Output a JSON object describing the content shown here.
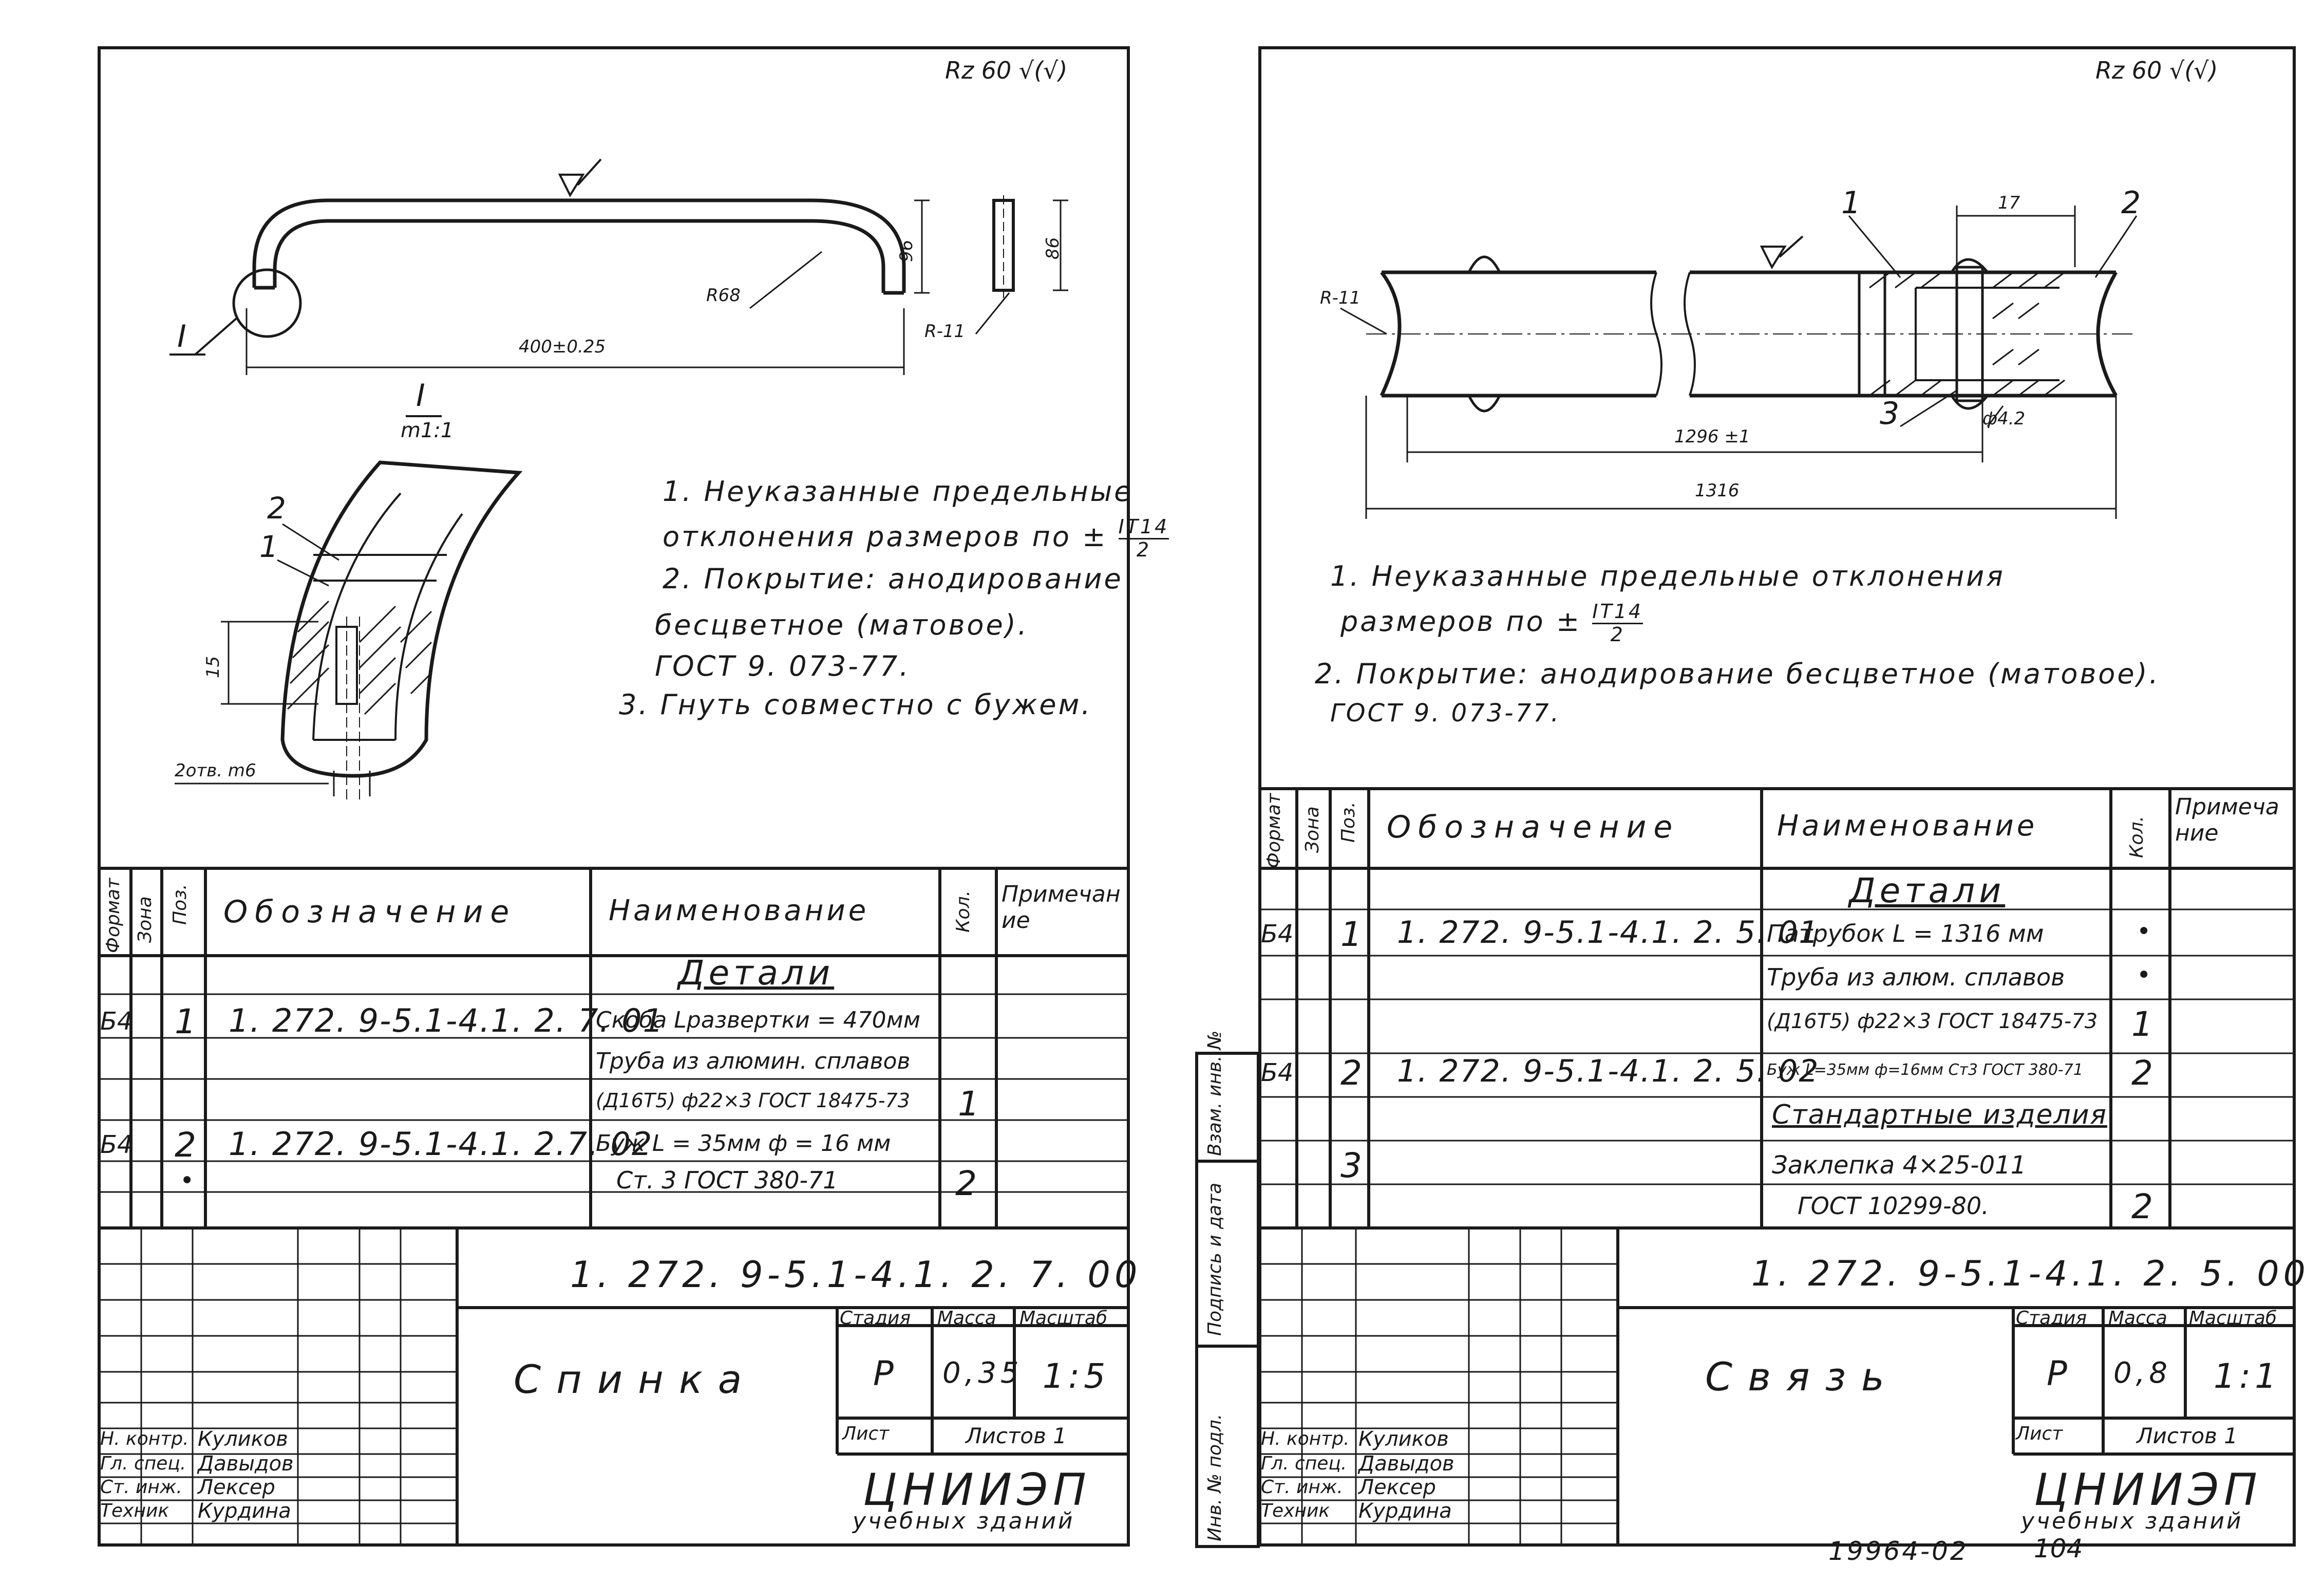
{
  "left": {
    "roughness": "Rz 60",
    "dims": {
      "length": "400±0.25",
      "radius": "R68",
      "height1": "96",
      "height2": "86",
      "radius_small": "R-11",
      "section_mark": "I",
      "section_label": "I",
      "section_scale": "m1:1",
      "holes": "2отв. m6",
      "depth": "15"
    },
    "callouts": {
      "c1": "1",
      "c2": "2"
    },
    "notes": {
      "n1a": "1. Неуказанные предельные",
      "n1b": "отклонения размеров по ±",
      "tol_num": "IT14",
      "tol_den": "2",
      "n2a": "2. Покрытие: анодирование",
      "n2b": "бесцветное (матовое).",
      "n2c": "ГОСТ 9. 073-77.",
      "n3": "3. Гнуть совместно с бужем."
    },
    "table": {
      "headers": {
        "format": "Формат",
        "zone": "Зона",
        "pos": "Поз.",
        "designation": "Обозначение",
        "name": "Наименование",
        "qty": "Кол.",
        "note": "Примечание"
      },
      "section": "Детали",
      "rows": [
        {
          "format": "Б4",
          "pos": "1",
          "designation": "1. 272. 9-5.1-4.1. 2. 7. 01",
          "name": "Скоба Lразвертки = 470мм",
          "qty": ""
        },
        {
          "format": "",
          "pos": "",
          "designation": "",
          "name": "Труба из алюмин. сплавов",
          "qty": ""
        },
        {
          "format": "",
          "pos": "",
          "designation": "",
          "name": "(Д16Т5) ф22×3 ГОСТ 18475-73",
          "qty": "1"
        },
        {
          "format": "Б4",
          "pos": "2",
          "designation": "1. 272. 9-5.1-4.1. 2.7. 02",
          "name": "Буж L = 35мм  ф = 16 мм",
          "qty": ""
        },
        {
          "format": "",
          "pos": "•",
          "designation": "",
          "name": "Ст. 3 ГОСТ 380-71",
          "qty": "2"
        }
      ]
    },
    "stamp": {
      "code": "1. 272. 9-5.1-4.1. 2. 7. 00",
      "title": "Спинка",
      "stage_label": "Стадия",
      "mass_label": "Масса",
      "scale_label": "Масштаб",
      "stage": "Р",
      "mass": "0,35",
      "scale": "1:5",
      "sheet_label": "Лист",
      "sheets_label": "Листов 1",
      "org": "ЦНИИЭП",
      "org_sub": "учебных зданий",
      "roles": [
        "Н. контр.",
        "Гл. спец.",
        "Ст. инж.",
        "Техник"
      ],
      "names": [
        "Куликов",
        "Давыдов",
        "Лексер",
        "Курдина"
      ]
    }
  },
  "right": {
    "roughness": "Rz 60",
    "dims": {
      "radius": "R-11",
      "length1": "1296 ±1",
      "length2": "1316",
      "gap": "17",
      "hole": "ф4.2"
    },
    "callouts": {
      "c1": "1",
      "c2": "2",
      "c3": "3"
    },
    "notes": {
      "n1a": "1. Неуказанные предельные отклонения",
      "n1b": "размеров по ±",
      "tol_num": "IT14",
      "tol_den": "2",
      "n2a": "2. Покрытие: анодирование бесцветное (матовое).",
      "n2b": "ГОСТ 9. 073-77."
    },
    "side_labels": [
      "Инв. № подл.",
      "Подпись и дата",
      "Взам. инв. №"
    ],
    "table": {
      "headers": {
        "format": "Формат",
        "zone": "Зона",
        "pos": "Поз.",
        "designation": "Обозначение",
        "name": "Наименование",
        "qty": "Кол.",
        "note": "Примечание"
      },
      "section": "Детали",
      "section2": "Стандартные изделия",
      "rows": [
        {
          "format": "Б4",
          "pos": "1",
          "designation": "1. 272. 9-5.1-4.1. 2. 5. 01",
          "name": "Патрубок L = 1316 мм",
          "qty": "•"
        },
        {
          "format": "",
          "pos": "",
          "designation": "",
          "name": "Труба из алюм. сплавов",
          "qty": "•"
        },
        {
          "format": "",
          "pos": "",
          "designation": "",
          "name": "(Д16Т5) ф22×3 ГОСТ 18475-73",
          "qty": "1"
        },
        {
          "format": "Б4",
          "pos": "2",
          "designation": "1. 272. 9-5.1-4.1. 2. 5. 02",
          "name": "Буж L=35мм ф=16мм Ст3 ГОСТ 380-71",
          "qty": "2"
        },
        {
          "format": "",
          "pos": "",
          "designation": "",
          "name": "",
          "qty": ""
        },
        {
          "format": "",
          "pos": "3",
          "designation": "",
          "name": "Заклепка 4×25-011",
          "qty": ""
        },
        {
          "format": "",
          "pos": "",
          "designation": "",
          "name": "ГОСТ 10299-80.",
          "qty": "2"
        }
      ]
    },
    "stamp": {
      "code": "1. 272. 9-5.1-4.1. 2. 5. 00",
      "title": "Связь",
      "stage_label": "Стадия",
      "mass_label": "Масса",
      "scale_label": "Масштаб",
      "stage": "Р",
      "mass": "0,8",
      "scale": "1:1",
      "sheet_label": "Лист",
      "sheets_label": "Листов 1",
      "org": "ЦНИИЭП",
      "org_sub": "учебных зданий",
      "roles": [
        "Н. контр.",
        "Гл. спец.",
        "Ст. инж.",
        "Техник"
      ],
      "names": [
        "Куликов",
        "Давыдов",
        "Лексер",
        "Курдина"
      ]
    }
  },
  "footer": {
    "album": "19964-02",
    "page": "104"
  }
}
